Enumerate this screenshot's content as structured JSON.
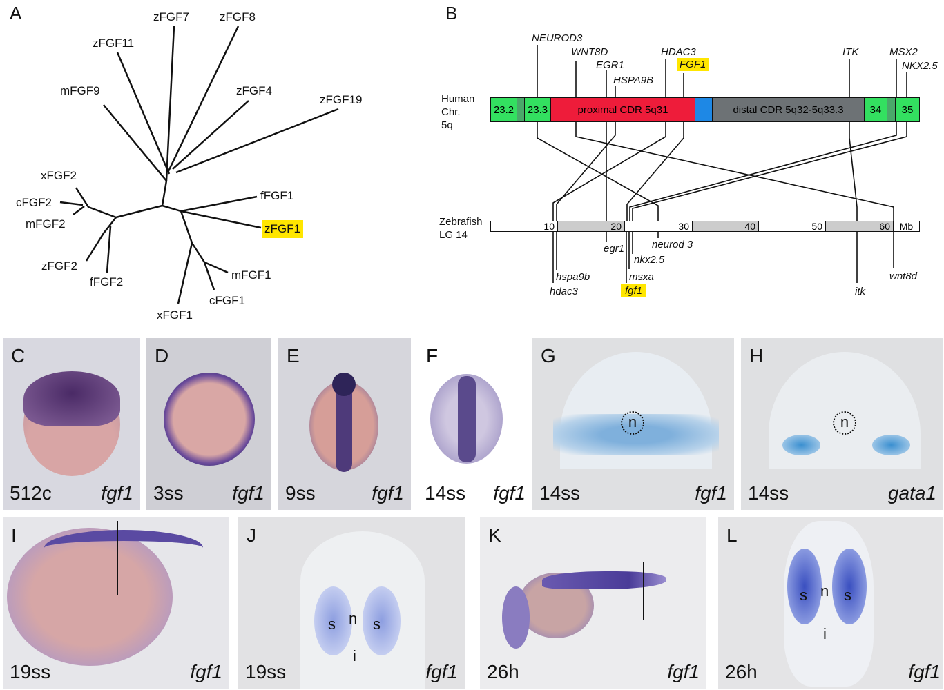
{
  "panels": {
    "A": "A",
    "B": "B",
    "C": "C",
    "D": "D",
    "E": "E",
    "F": "F",
    "G": "G",
    "H": "H",
    "I": "I",
    "J": "J",
    "K": "K",
    "L": "L"
  },
  "tree": {
    "leaves": [
      "zFGF7",
      "zFGF8",
      "zFGF11",
      "mFGF9",
      "zFGF4",
      "zFGF19",
      "xFGF2",
      "cFGF2",
      "mFGF2",
      "zFGF2",
      "fFGF2",
      "fFGF1",
      "zFGF1",
      "mFGF1",
      "cFGF1",
      "xFGF1"
    ],
    "highlight_color": "#ffe600"
  },
  "map": {
    "human_label": [
      "Human",
      "Chr.",
      "5q"
    ],
    "zebrafish_label": [
      "Zebrafish",
      "LG 14"
    ],
    "human_genes": [
      "NEUROD3",
      "WNT8D",
      "EGR1",
      "HSPA9B",
      "HDAC3",
      "FGF1",
      "ITK",
      "MSX2",
      "NKX2.5"
    ],
    "human_bands": [
      "23.2",
      "23.3",
      "proximal CDR 5q31",
      "distal CDR 5q32-5q33.3",
      "34",
      "35"
    ],
    "zebra_ticks": [
      "10",
      "20",
      "30",
      "40",
      "50",
      "60",
      "Mb"
    ],
    "zebra_genes": [
      "egr1",
      "neurod 3",
      "nkx2.5",
      "hspa9b",
      "msxa",
      "wnt8d",
      "hdac3",
      "fgf1",
      "itk"
    ],
    "colors": {
      "green": "#33e060",
      "red": "#ee1c3a",
      "blue": "#1e88e5",
      "gray": "#6d7275",
      "lightgray": "#cccccc"
    }
  },
  "images": [
    {
      "id": "C",
      "stage": "512c",
      "probe": "fgf1"
    },
    {
      "id": "D",
      "stage": "3ss",
      "probe": "fgf1"
    },
    {
      "id": "E",
      "stage": "9ss",
      "probe": "fgf1"
    },
    {
      "id": "F",
      "stage": "14ss",
      "probe": "fgf1"
    },
    {
      "id": "G",
      "stage": "14ss",
      "probe": "fgf1",
      "marks": [
        "n"
      ]
    },
    {
      "id": "H",
      "stage": "14ss",
      "probe": "gata1",
      "marks": [
        "n"
      ]
    },
    {
      "id": "I",
      "stage": "19ss",
      "probe": "fgf1"
    },
    {
      "id": "J",
      "stage": "19ss",
      "probe": "fgf1",
      "marks": [
        "s",
        "n",
        "s",
        "i"
      ]
    },
    {
      "id": "K",
      "stage": "26h",
      "probe": "fgf1"
    },
    {
      "id": "L",
      "stage": "26h",
      "probe": "fgf1",
      "marks": [
        "s",
        "n",
        "s",
        "i"
      ]
    }
  ]
}
